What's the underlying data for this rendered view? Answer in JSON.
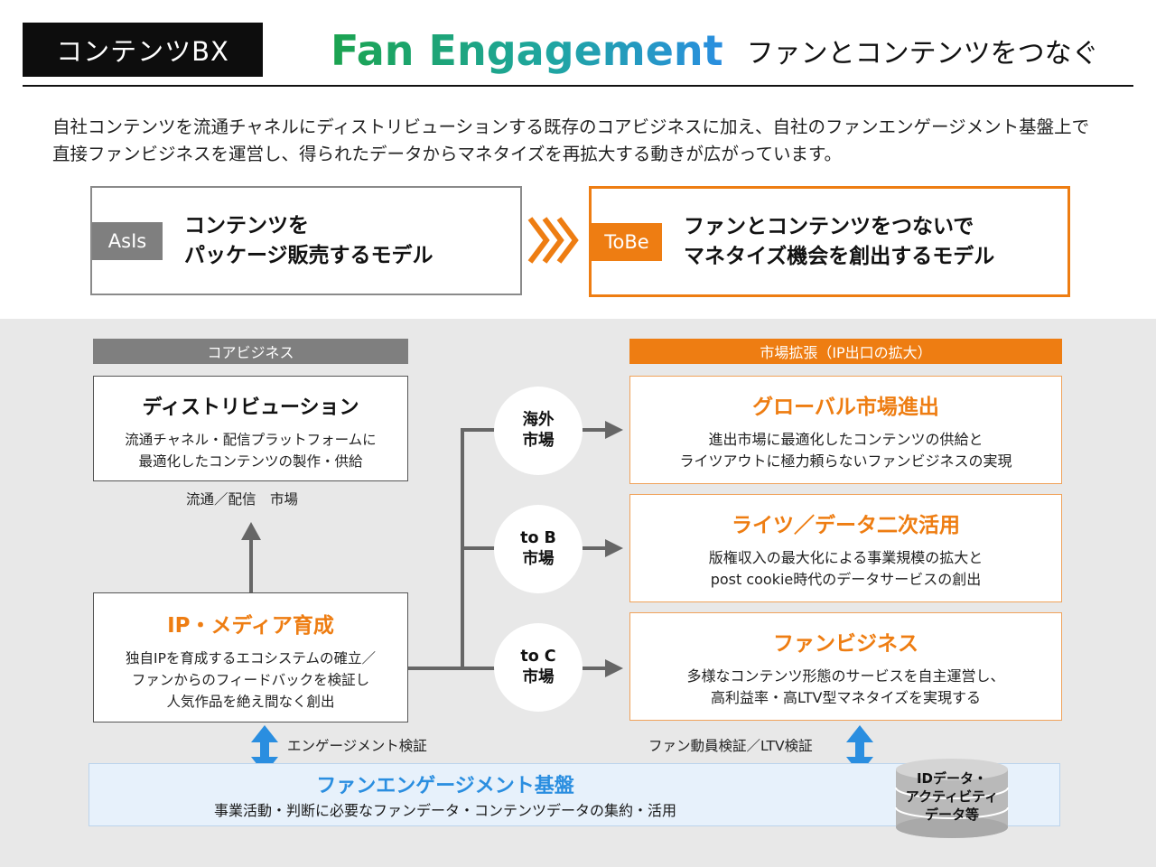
{
  "header": {
    "badge": "コンテンツBX",
    "title": "Fan Engagement",
    "subtitle": "ファンとコンテンツをつなぐ"
  },
  "intro": [
    "自社コンテンツを流通チャネルにディストリビューションする既存のコアビジネスに加え、自社のファンエンゲージメント基盤上で",
    "直接ファンビジネスを運営し、得られたデータからマネタイズを再拡大する動きが広がっています。"
  ],
  "models": {
    "asis": {
      "tag": "AsIs",
      "lines": [
        "コンテンツを",
        "パッケージ販売するモデル"
      ]
    },
    "tobe": {
      "tag": "ToBe",
      "lines": [
        "ファンとコンテンツをつないで",
        "マネタイズ機会を創出するモデル"
      ]
    }
  },
  "core": {
    "header": "コアビジネス",
    "distribution": {
      "title": "ディストリビューション",
      "desc": [
        "流通チャネル・配信プラットフォームに",
        "最適化したコンテンツの製作・供給"
      ]
    },
    "flow_label": "流通／配信　市場",
    "ip_media": {
      "title": "IP・メディア育成",
      "desc": [
        "独自IPを育成するエコシステムの確立／",
        "ファンからのフィードバックを検証し",
        "人気作品を絶え間なく創出"
      ]
    }
  },
  "markets": {
    "header": "市場拡張（IP出口の拡大）",
    "nodes": [
      {
        "lines": [
          "海外",
          "市場"
        ]
      },
      {
        "lines": [
          "to B",
          "市場"
        ]
      },
      {
        "lines": [
          "to C",
          "市場"
        ]
      }
    ],
    "cards": [
      {
        "title": "グローバル市場進出",
        "desc": [
          "進出市場に最適化したコンテンツの供給と",
          "ライツアウトに極力頼らないファンビジネスの実現"
        ]
      },
      {
        "title": "ライツ／データ二次活用",
        "desc": [
          "版権収入の最大化による事業規模の拡大と",
          "post cookie時代のデータサービスの創出"
        ]
      },
      {
        "title": "ファンビジネス",
        "desc": [
          "多様なコンテンツ形態のサービスを自主運営し、",
          "高利益率・高LTV型マネタイズを実現する"
        ]
      }
    ]
  },
  "engagement": {
    "left_label": "エンゲージメント検証",
    "right_label": "ファン動員検証／LTV検証"
  },
  "foundation": {
    "title": "ファンエンゲージメント基盤",
    "desc": "事業活動・判断に必要なファンデータ・コンテンツデータの集約・活用",
    "db_lines": [
      "IDデータ・",
      "アクティビティ",
      "データ等"
    ]
  },
  "colors": {
    "accent_orange": "#ee7d12",
    "accent_blue": "#2a8ee0",
    "accent_green": "#1ba34f",
    "neutral_grey": "#7f7f7f",
    "panel_bg": "#e8e8e8"
  }
}
